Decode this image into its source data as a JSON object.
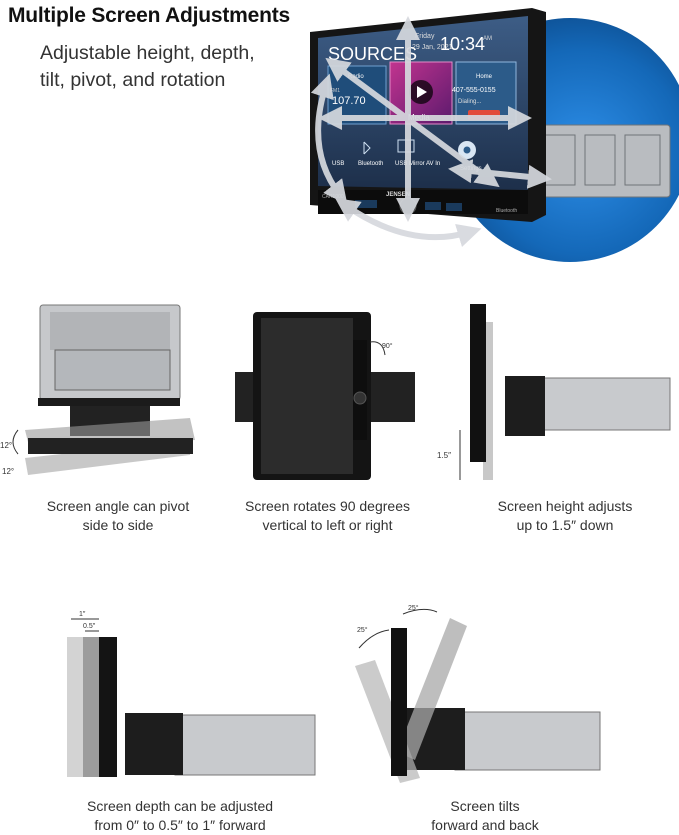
{
  "header": {
    "title": "Multiple Screen Adjustments",
    "subtitle_line1": "Adjustable height, depth,",
    "subtitle_line2": "tilt, pivot, and rotation"
  },
  "hero": {
    "screen_title": "SOURCES",
    "day": "Friday",
    "date": "29 Jan, 2021",
    "time": "10:34",
    "time_suffix": "AM",
    "radio_label": "Radio",
    "radio_band": "FM1",
    "radio_freq": "107.70",
    "media_label": "Media",
    "phone_label": "Home",
    "phone_number": "407-555-0155",
    "phone_status": "Dialing...",
    "tiles": [
      "USB",
      "Bluetooth",
      "USB Mirror",
      "AV In",
      "Settings"
    ],
    "brand": "JENSEN",
    "model": "CAR1000",
    "bt_badge": "Bluetooth"
  },
  "panels": {
    "pivot": {
      "caption_line1": "Screen angle can pivot",
      "caption_line2": "side to side",
      "angle_top": "12°",
      "angle_bottom": "12°"
    },
    "rotate": {
      "caption_line1": "Screen rotates 90 degrees",
      "caption_line2": "vertical to left or right",
      "angle": "90°"
    },
    "height": {
      "caption_line1": "Screen height adjusts",
      "caption_line2": "up to 1.5″ down",
      "measure": "1.5″"
    },
    "depth": {
      "caption_line1": "Screen depth can be adjusted",
      "caption_line2": "from 0″ to 0.5″ to 1″ forward",
      "measure_1": "1″",
      "measure_05": "0.5″"
    },
    "tilt": {
      "caption_line1": "Screen tilts",
      "caption_line2": "forward and back",
      "angle_left": "25°",
      "angle_right": "25°"
    }
  },
  "colors": {
    "accent_blue": "#1a73c9",
    "arrow_gray": "#d6d9de"
  }
}
